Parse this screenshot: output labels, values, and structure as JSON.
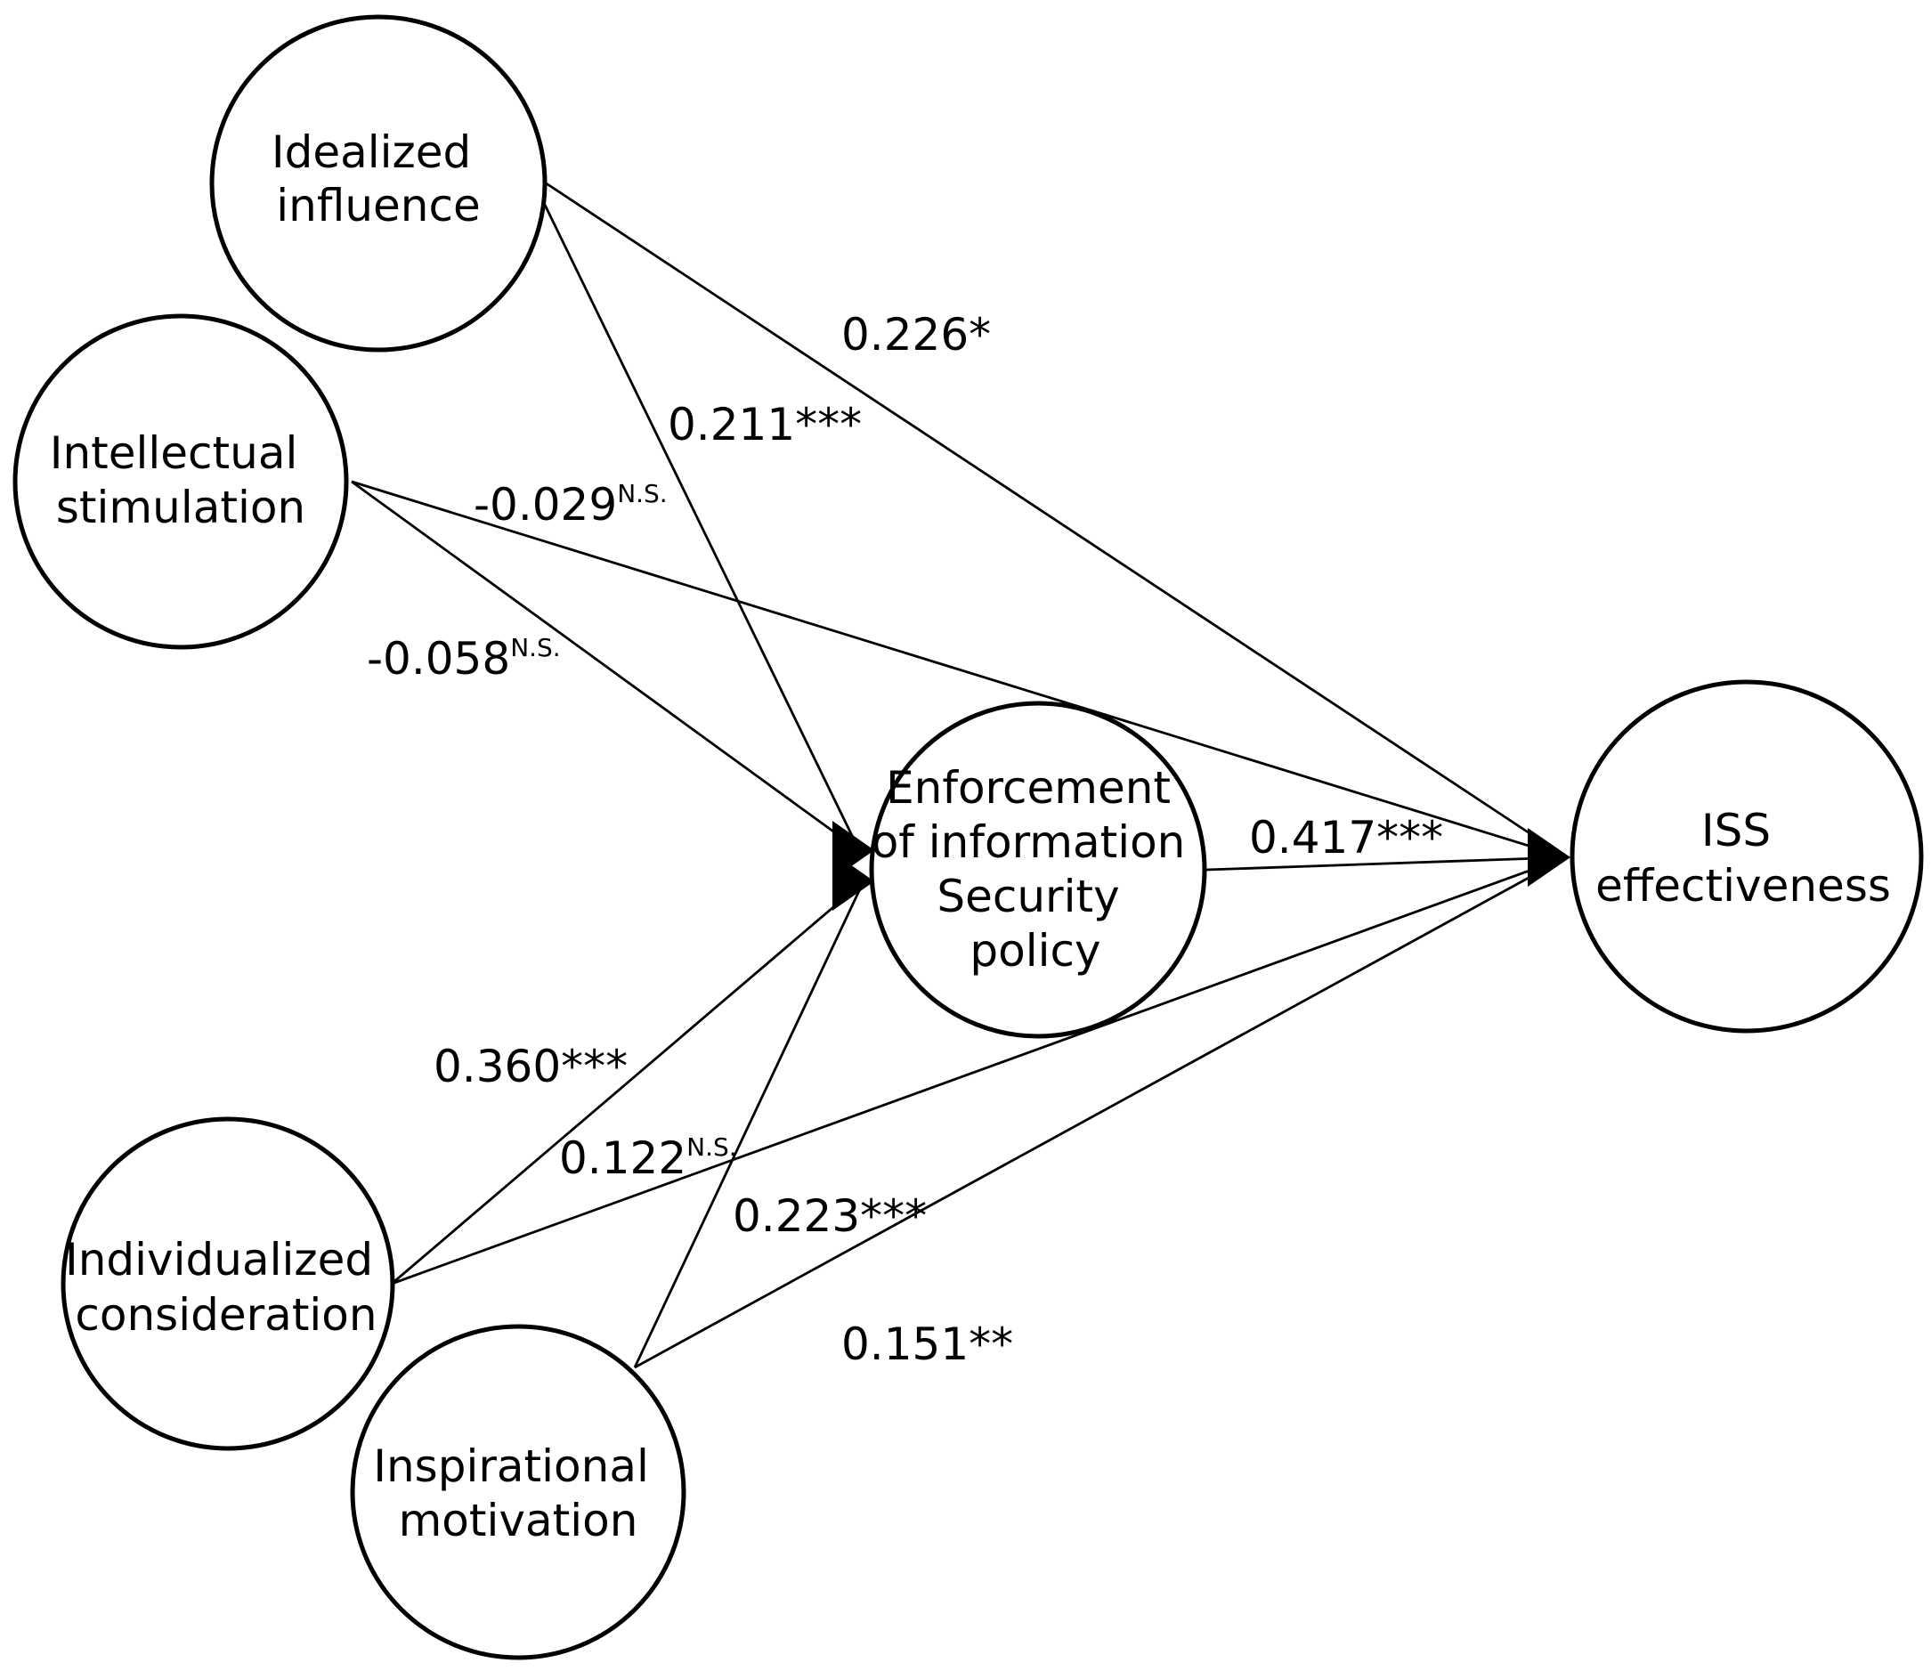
{
  "nodes": {
    "idealized": {
      "lines": [
        "Idealized",
        "influence"
      ]
    },
    "intellectual": {
      "lines": [
        "Intellectual",
        "stimulation"
      ]
    },
    "enforcement": {
      "lines": [
        "Enforcement",
        "of information",
        "Security",
        "policy"
      ]
    },
    "iss": {
      "lines": [
        "ISS",
        "effectiveness"
      ]
    },
    "individualized": {
      "lines": [
        "Individualized",
        "consideration"
      ]
    },
    "inspirational": {
      "lines": [
        "Inspirational",
        "motivation"
      ]
    }
  },
  "paths": {
    "idealized_to_iss": {
      "value": "0.226",
      "sig": "*"
    },
    "idealized_to_enforcement": {
      "value": "0.211",
      "sig": "***"
    },
    "intellectual_to_iss": {
      "value": "-0.029",
      "sig": "N.S."
    },
    "intellectual_to_enforcement": {
      "value": "-0.058",
      "sig": "N.S."
    },
    "enforcement_to_iss": {
      "value": "0.417",
      "sig": "***"
    },
    "individualized_to_enforcement": {
      "value": "0.360",
      "sig": "***"
    },
    "individualized_to_iss": {
      "value": "0.122",
      "sig": "N.S."
    },
    "inspirational_to_enforcement": {
      "value": "0.223",
      "sig": "***"
    },
    "inspirational_to_iss": {
      "value": "0.151",
      "sig": "**"
    }
  }
}
